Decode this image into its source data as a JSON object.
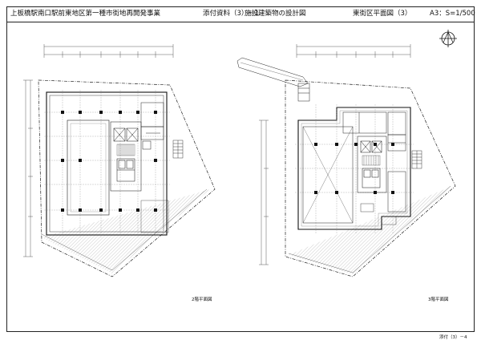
{
  "header": {
    "project": "上板橋駅南口駅前東地区第一種市街地再開発事業",
    "attachment": "添付資料（3）－1",
    "document": "施設建築物の設計図",
    "plan_title": "東街区平面図（3）",
    "scale": "A3：S=1/500"
  },
  "plans": [
    {
      "caption": "2階平面図"
    },
    {
      "caption": "3階平面図"
    }
  ],
  "footer": {
    "page": "添付（3）－4"
  },
  "icons": {
    "north": "north-arrow-icon"
  }
}
